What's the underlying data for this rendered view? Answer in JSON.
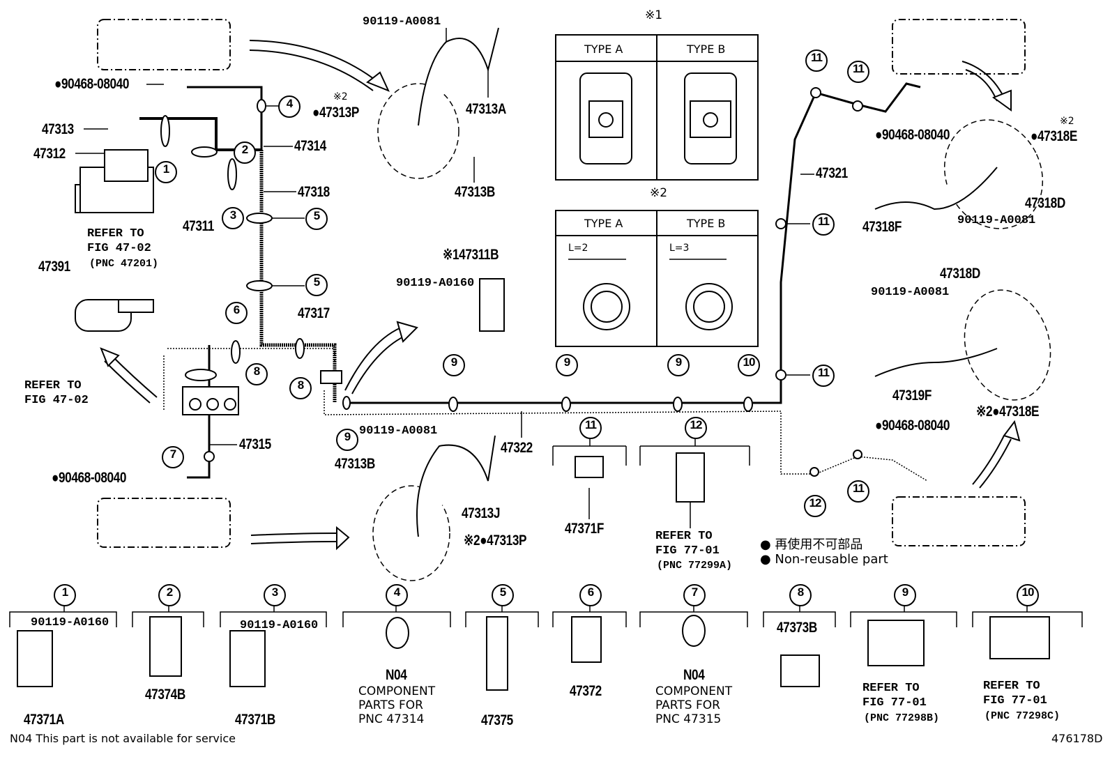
{
  "notes": {
    "note1": "※1",
    "note2": "※2"
  },
  "clip_types": {
    "type_a": "TYPE A",
    "type_b": "TYPE B",
    "type_a2": "TYPE A",
    "type_b2": "TYPE B",
    "l2": "L=2",
    "l3": "L=3"
  },
  "top_left": {
    "hose_clip_1": "●90468-08040",
    "p47313": "47313",
    "p47312": "47312",
    "p47314": "47314",
    "p47318": "47318",
    "p47311": "47311",
    "refer1": "REFER TO",
    "refer1_fig": "FIG 47-02",
    "refer1_pnc": "(PNC 47201)",
    "p47391": "47391",
    "refer2": "REFER TO",
    "refer2_fig": "FIG 47-02",
    "p47317": "47317",
    "p47315": "47315",
    "hose_clip_2": "●90468-08040"
  },
  "top_center": {
    "bolt": "90119-A0081",
    "p47313A": "47313A",
    "note": "※2",
    "p47313P": "●47313P",
    "p47313B": "47313B",
    "p47311B": "※147311B",
    "bolt2": "90119-A0160"
  },
  "bottom_center": {
    "bolt": "90119-A0081",
    "p47322": "47322",
    "p47313B": "47313B",
    "p47313J": "47313J",
    "p47313P": "※2●47313P",
    "p47371F": "47371F",
    "refer": "REFER TO",
    "refer_fig": "FIG 77-01",
    "refer_pnc": "(PNC 77299A)"
  },
  "right": {
    "p47321": "47321",
    "hose_clip_1": "●90468-08040",
    "note_e1": "※2",
    "p47318E_1": "●47318E",
    "p47318F": "47318F",
    "bolt1": "90119-A0081",
    "p47318D_1": "47318D",
    "p47318D_2": "47318D",
    "bolt2": "90119-A0081",
    "p47319F": "47319F",
    "p47318E_2": "※2●47318E",
    "hose_clip_2": "●90468-08040"
  },
  "callouts": {
    "c1": "1",
    "c2": "2",
    "c3": "3",
    "c4": "4",
    "c5": "5",
    "c6": "6",
    "c7": "7",
    "c8": "8",
    "c9": "9",
    "c10": "10",
    "c11": "11",
    "c12": "12"
  },
  "legend": {
    "jp": "● 再使用不可部品",
    "en": "● Non-reusable part"
  },
  "bottom_row": [
    {
      "num": "1",
      "sub": "90119-A0160",
      "part": "47371A"
    },
    {
      "num": "2",
      "part": "47374B"
    },
    {
      "num": "3",
      "sub": "90119-A0160",
      "part": "47371B"
    },
    {
      "num": "4",
      "part": "N04",
      "l1": "COMPONENT",
      "l2": "PARTS FOR",
      "l3": "PNC 47314"
    },
    {
      "num": "5",
      "part": "47375"
    },
    {
      "num": "6",
      "part": "47372"
    },
    {
      "num": "7",
      "part": "N04",
      "l1": "COMPONENT",
      "l2": "PARTS FOR",
      "l3": "PNC 47315"
    },
    {
      "num": "8",
      "part": "47373B"
    },
    {
      "num": "9",
      "l1": "REFER TO",
      "l2": "FIG 77-01",
      "l3": "(PNC 77298B)"
    },
    {
      "num": "10",
      "l1": "REFER TO",
      "l2": "FIG 77-01",
      "l3": "(PNC 77298C)"
    }
  ],
  "footer": {
    "note": "N04 This part is not available for service",
    "code": "476178D"
  }
}
